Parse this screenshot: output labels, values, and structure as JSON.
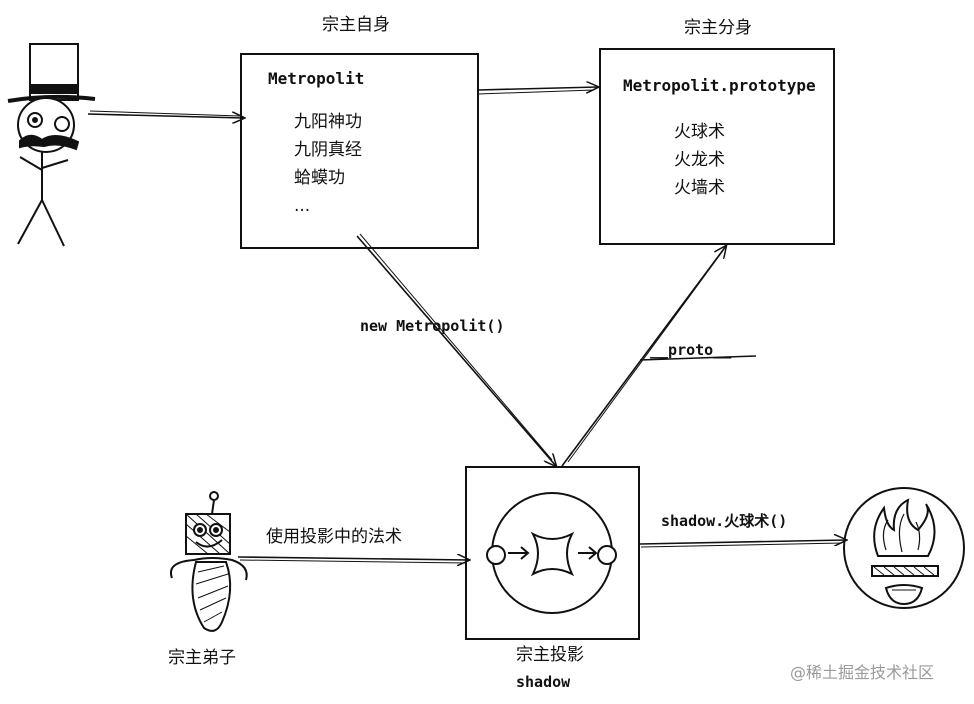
{
  "diagram": {
    "master_self_title": "宗主自身",
    "master_clone_title": "宗主分身",
    "master_box": {
      "name": "Metropolit",
      "skills": [
        "九阳神功",
        "九阴真经",
        "蛤蟆功",
        "..."
      ]
    },
    "prototype_box": {
      "name": "Metropolit.prototype",
      "skills": [
        "火球术",
        "火龙术",
        "火墙术"
      ]
    },
    "edge_new": "new Metropolit()",
    "edge_proto": "__proto__",
    "edge_call": "shadow.火球术()",
    "edge_use": "使用投影中的法术",
    "disciple_label": "宗主弟子",
    "shadow_label": "宗主投影",
    "shadow_name": "shadow"
  },
  "watermark": "@稀土掘金技术社区"
}
